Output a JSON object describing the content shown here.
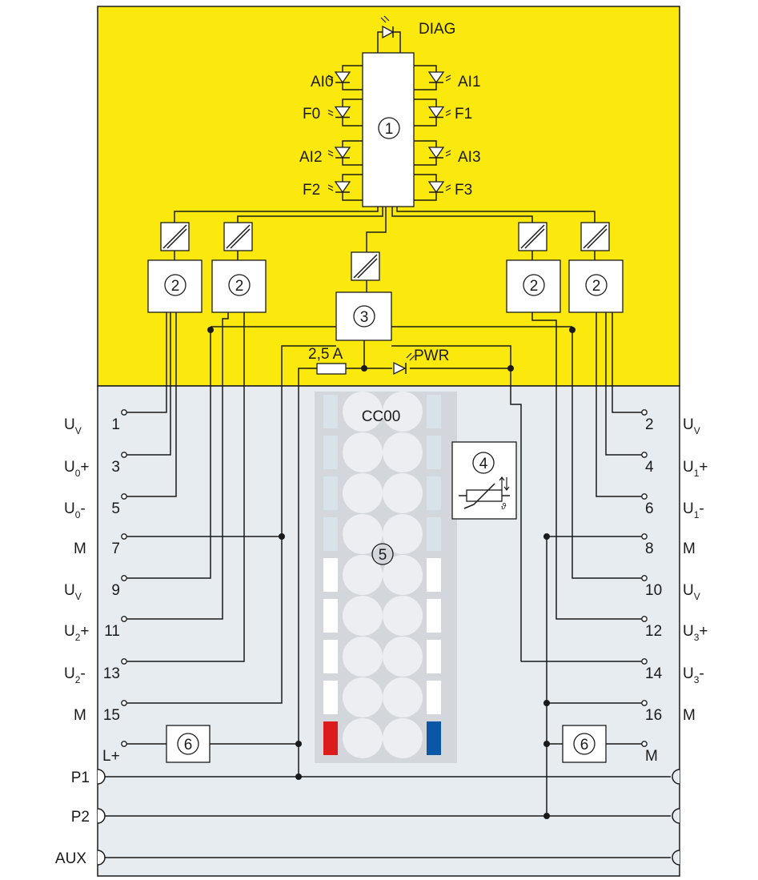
{
  "colors": {
    "electronics_area": "#fbe80c",
    "terminal_area": "#e7ecf1",
    "cover": "#d3d6da",
    "led_red": "#dc1c1c",
    "led_blue": "#0a57a6",
    "slot_light": "#d7e2ea",
    "wire": "#1a1a1a"
  },
  "led_labels": {
    "diag": "DIAG",
    "ai0": "AI0",
    "ai1": "AI1",
    "f0": "F0",
    "f1": "F1",
    "ai2": "AI2",
    "ai3": "AI3",
    "f2": "F2",
    "f3": "F3",
    "pwr": "PWR"
  },
  "callouts": {
    "backplane_controller": "1",
    "channel_module": "2",
    "supply_block": "3",
    "temperature_sensor": "4",
    "terminal_cover": "5",
    "filter": "6"
  },
  "fuse_label": "2,5 A",
  "terminal_block_label": "CC00",
  "left_terminals": [
    {
      "base": "U",
      "sub": "V",
      "suffix": "",
      "num": "1"
    },
    {
      "base": "U",
      "sub": "0",
      "suffix": "+",
      "num": "3"
    },
    {
      "base": "U",
      "sub": "0",
      "suffix": "-",
      "num": "5"
    },
    {
      "base": "M",
      "sub": "",
      "suffix": "",
      "num": "7"
    },
    {
      "base": "U",
      "sub": "V",
      "suffix": "",
      "num": "9"
    },
    {
      "base": "U",
      "sub": "2",
      "suffix": "+",
      "num": "11"
    },
    {
      "base": "U",
      "sub": "2",
      "suffix": "-",
      "num": "13"
    },
    {
      "base": "M",
      "sub": "",
      "suffix": "",
      "num": "15"
    }
  ],
  "right_terminals": [
    {
      "base": "U",
      "sub": "V",
      "suffix": "",
      "num": "2"
    },
    {
      "base": "U",
      "sub": "1",
      "suffix": "+",
      "num": "4"
    },
    {
      "base": "U",
      "sub": "1",
      "suffix": "-",
      "num": "6"
    },
    {
      "base": "M",
      "sub": "",
      "suffix": "",
      "num": "8"
    },
    {
      "base": "U",
      "sub": "V",
      "suffix": "",
      "num": "10"
    },
    {
      "base": "U",
      "sub": "3",
      "suffix": "+",
      "num": "12"
    },
    {
      "base": "U",
      "sub": "3",
      "suffix": "-",
      "num": "14"
    },
    {
      "base": "M",
      "sub": "",
      "suffix": "",
      "num": "16"
    }
  ],
  "supply_terminals": {
    "left": "L+",
    "right": "M"
  },
  "bus_labels": [
    "P1",
    "P2",
    "AUX"
  ]
}
